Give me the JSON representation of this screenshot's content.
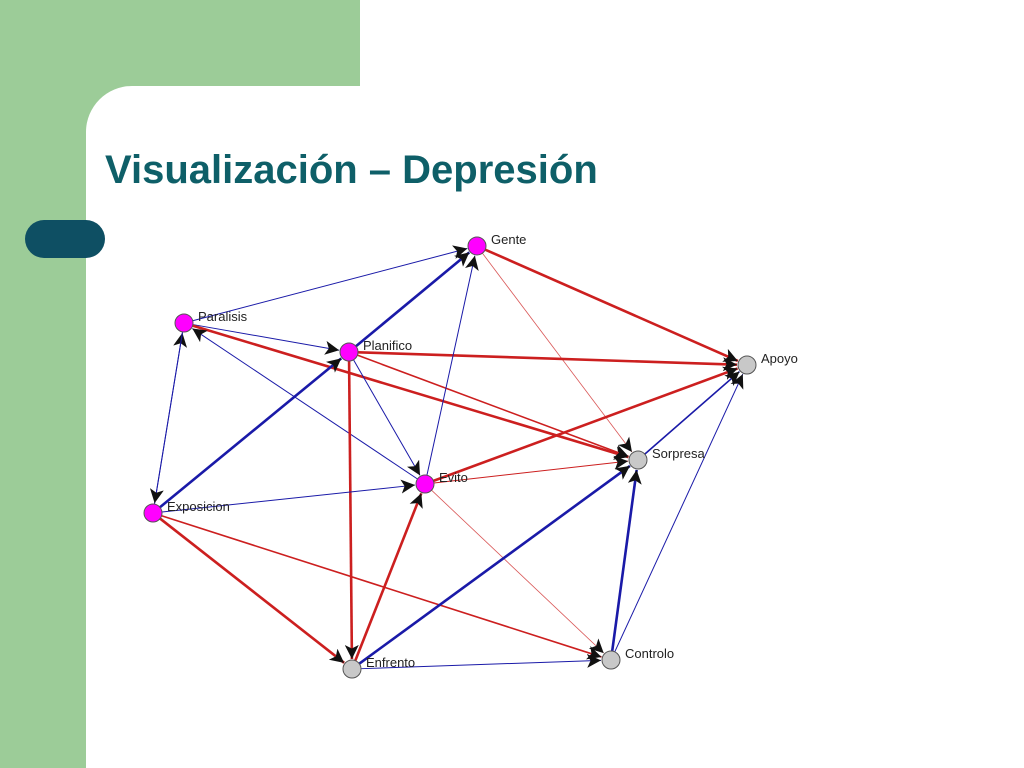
{
  "slide": {
    "title": "Visualización – Depresión"
  },
  "colors": {
    "sidebar": "#9ccc98",
    "accent": "#0e4f63",
    "title": "#0e5f68",
    "node_active": "#ff00ff",
    "node_inactive": "#c8c8c8",
    "edge_positive": "#cc1f1f",
    "edge_negative": "#1a1aa8"
  },
  "network": {
    "nodes": [
      {
        "id": "gente",
        "label": "Gente",
        "group": "magenta"
      },
      {
        "id": "paralisis",
        "label": "Paralisis",
        "group": "magenta"
      },
      {
        "id": "planifico",
        "label": "Planifico",
        "group": "magenta"
      },
      {
        "id": "apoyo",
        "label": "Apoyo",
        "group": "gray"
      },
      {
        "id": "evito",
        "label": "Evito",
        "group": "magenta"
      },
      {
        "id": "sorpresa",
        "label": "Sorpresa",
        "group": "gray"
      },
      {
        "id": "exposicion",
        "label": "Exposicion",
        "group": "magenta"
      },
      {
        "id": "enfrento",
        "label": "Enfrento",
        "group": "gray"
      },
      {
        "id": "controlo",
        "label": "Controlo",
        "group": "gray"
      }
    ],
    "edges": [
      {
        "from": "paralisis",
        "to": "gente",
        "sign": "negative",
        "weight": "thin"
      },
      {
        "from": "exposicion",
        "to": "paralisis",
        "sign": "negative",
        "weight": "thin"
      },
      {
        "from": "paralisis",
        "to": "exposicion",
        "sign": "negative",
        "weight": "thin"
      },
      {
        "from": "paralisis",
        "to": "planifico",
        "sign": "negative",
        "weight": "thin"
      },
      {
        "from": "paralisis",
        "to": "sorpresa",
        "sign": "positive",
        "weight": "thick"
      },
      {
        "from": "evito",
        "to": "paralisis",
        "sign": "negative",
        "weight": "thin"
      },
      {
        "from": "planifico",
        "to": "gente",
        "sign": "negative",
        "weight": "thick"
      },
      {
        "from": "exposicion",
        "to": "planifico",
        "sign": "negative",
        "weight": "thick"
      },
      {
        "from": "planifico",
        "to": "apoyo",
        "sign": "positive",
        "weight": "thick"
      },
      {
        "from": "planifico",
        "to": "evito",
        "sign": "negative",
        "weight": "thin"
      },
      {
        "from": "planifico",
        "to": "sorpresa",
        "sign": "positive",
        "weight": "medium"
      },
      {
        "from": "planifico",
        "to": "enfrento",
        "sign": "positive",
        "weight": "thick"
      },
      {
        "from": "gente",
        "to": "apoyo",
        "sign": "positive",
        "weight": "thick"
      },
      {
        "from": "gente",
        "to": "sorpresa",
        "sign": "positive",
        "weight": "faint"
      },
      {
        "from": "evito",
        "to": "gente",
        "sign": "negative",
        "weight": "thin"
      },
      {
        "from": "evito",
        "to": "apoyo",
        "sign": "positive",
        "weight": "thick"
      },
      {
        "from": "sorpresa",
        "to": "apoyo",
        "sign": "negative",
        "weight": "medium"
      },
      {
        "from": "controlo",
        "to": "apoyo",
        "sign": "negative",
        "weight": "thin"
      },
      {
        "from": "evito",
        "to": "sorpresa",
        "sign": "positive",
        "weight": "thin"
      },
      {
        "from": "exposicion",
        "to": "evito",
        "sign": "negative",
        "weight": "thin"
      },
      {
        "from": "enfrento",
        "to": "evito",
        "sign": "positive",
        "weight": "thick"
      },
      {
        "from": "evito",
        "to": "controlo",
        "sign": "positive",
        "weight": "faint"
      },
      {
        "from": "exposicion",
        "to": "enfrento",
        "sign": "positive",
        "weight": "thick"
      },
      {
        "from": "exposicion",
        "to": "controlo",
        "sign": "positive",
        "weight": "medium"
      },
      {
        "from": "enfrento",
        "to": "sorpresa",
        "sign": "negative",
        "weight": "thick"
      },
      {
        "from": "enfrento",
        "to": "controlo",
        "sign": "negative",
        "weight": "thin"
      },
      {
        "from": "controlo",
        "to": "sorpresa",
        "sign": "negative",
        "weight": "thick"
      }
    ]
  }
}
